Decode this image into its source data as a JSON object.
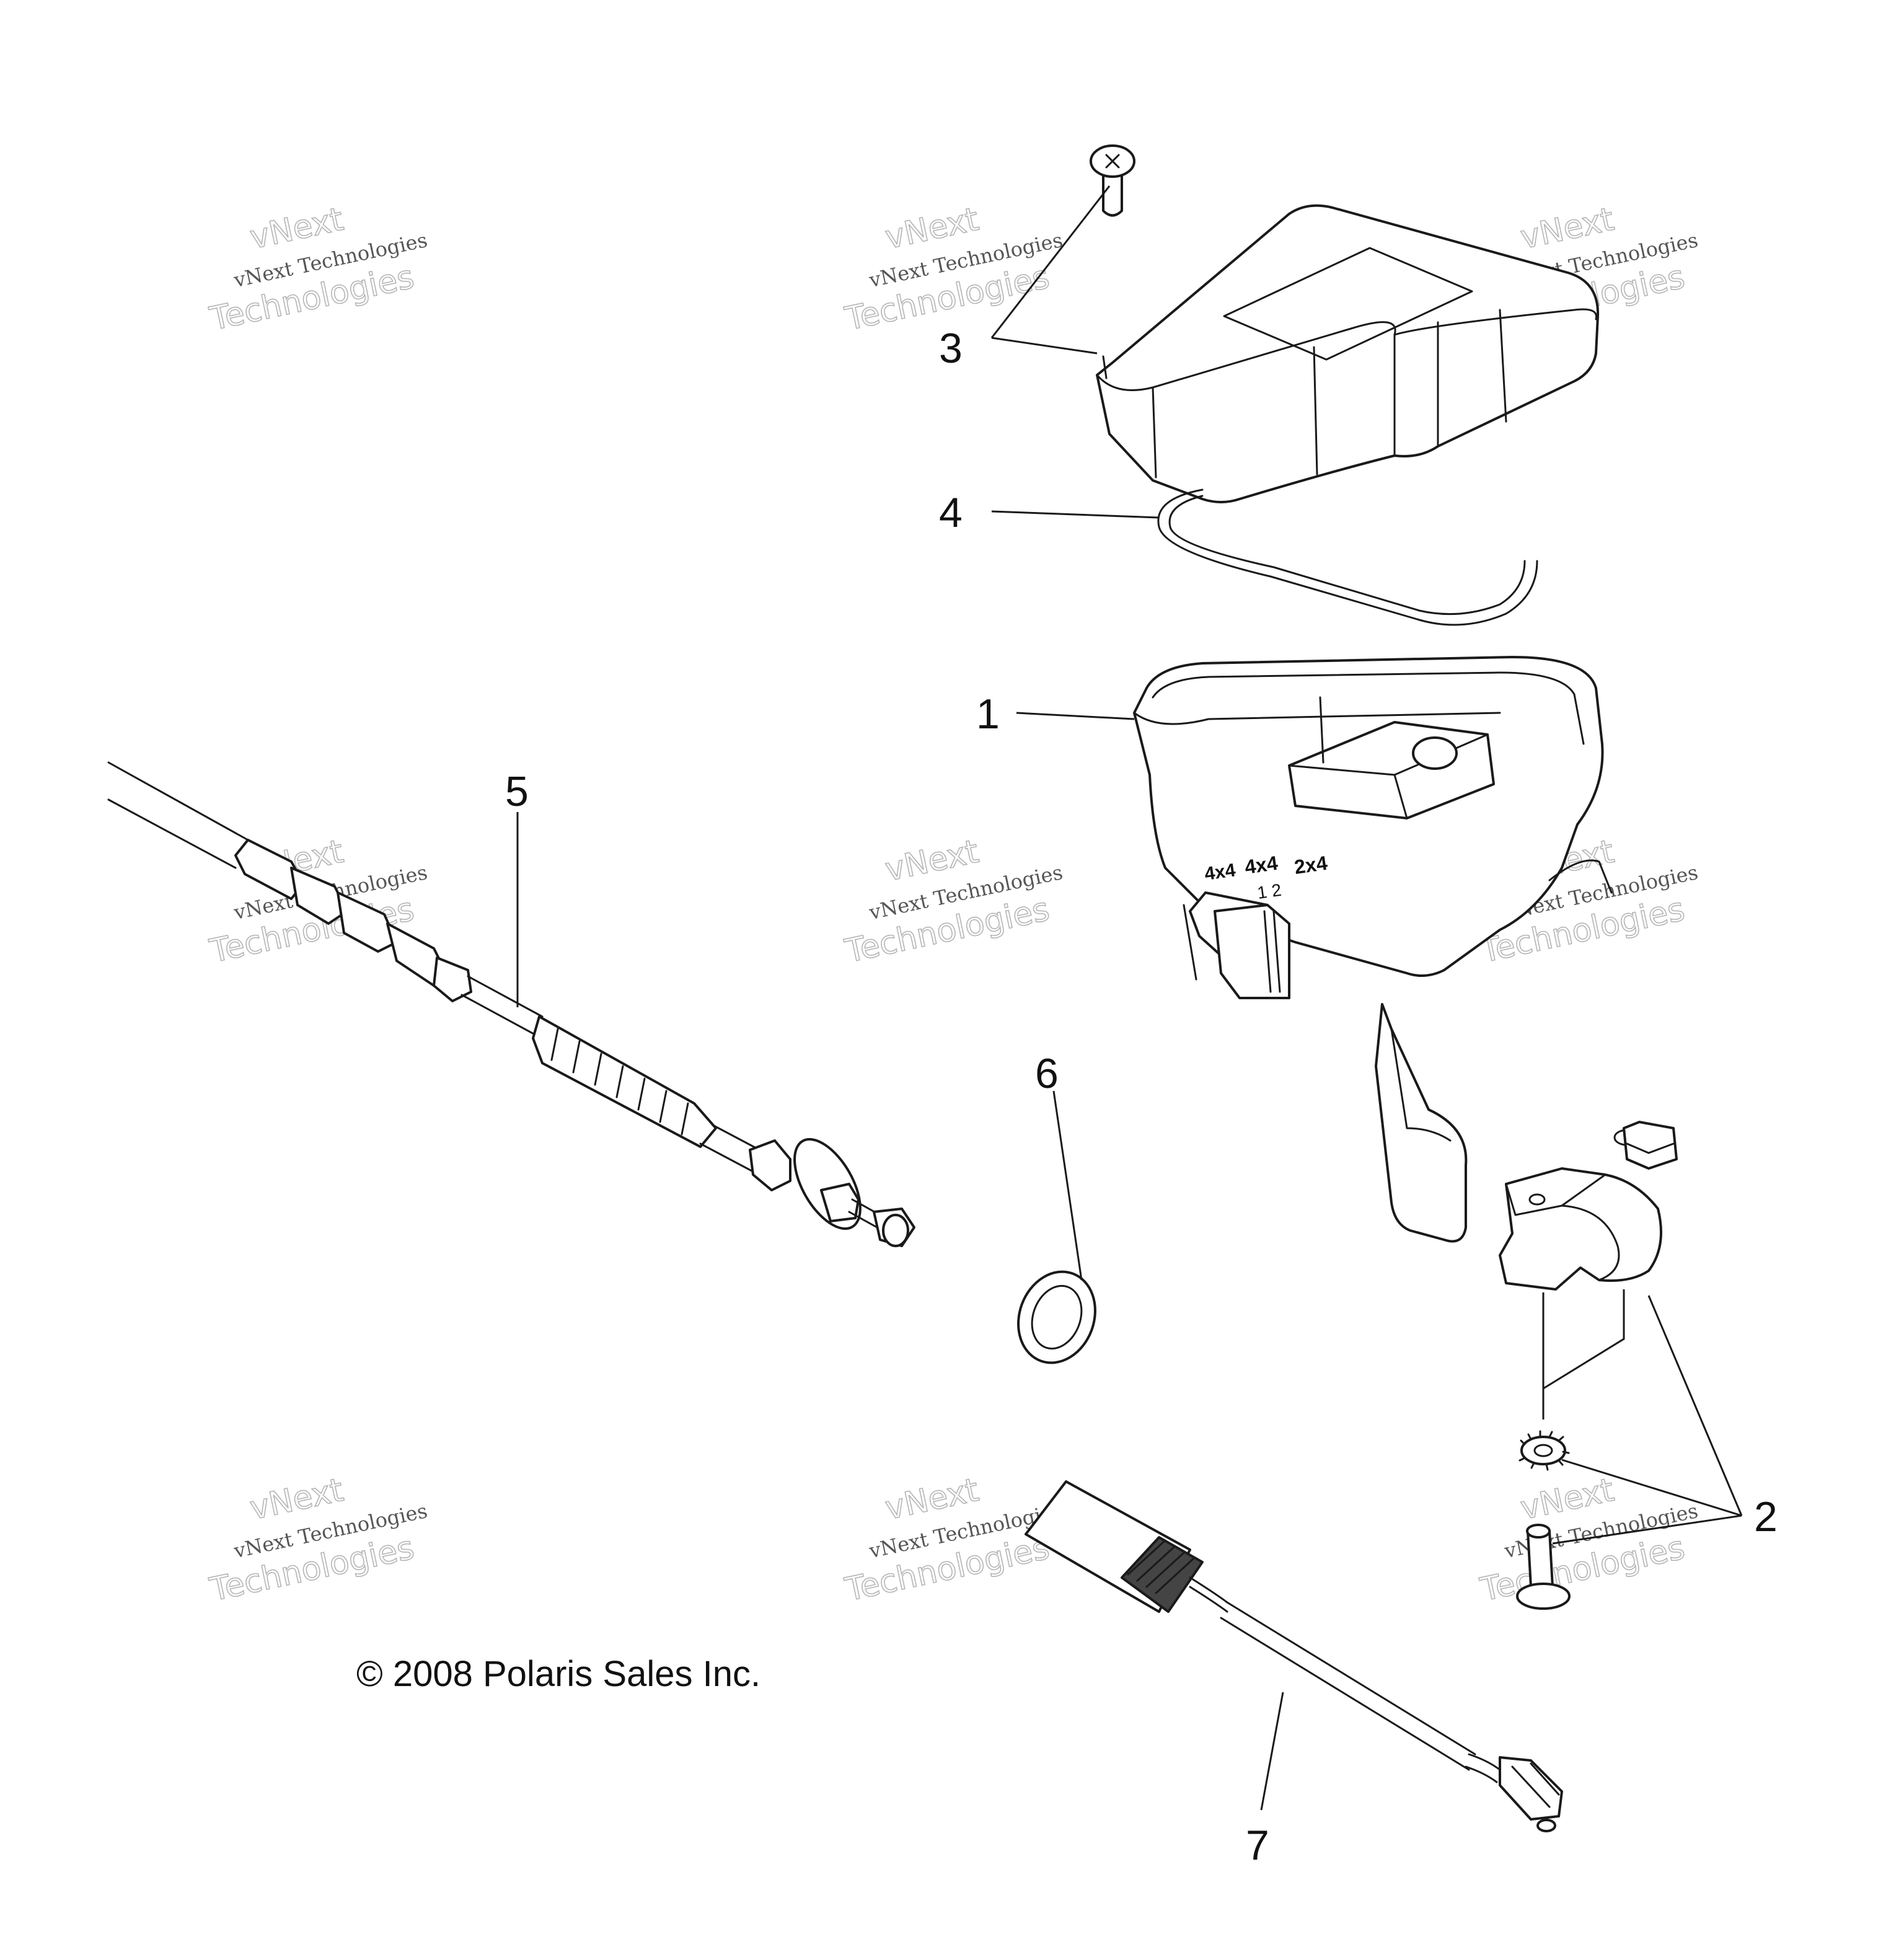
{
  "callouts": [
    "1",
    "2",
    "3",
    "4",
    "5",
    "6",
    "7"
  ],
  "copyright": "© 2008 Polaris Sales Inc.",
  "watermark": {
    "line1": "vNext",
    "line2": "vNext Technologies",
    "line3": "Technologies"
  },
  "switch_label": {
    "position_1": "4x4",
    "position_2": "2x4",
    "position_3": "4x4",
    "numbers": "1 2"
  },
  "colors": {
    "line": "#1a1a1a",
    "background": "#ffffff",
    "watermark": "#b5b5b5"
  }
}
